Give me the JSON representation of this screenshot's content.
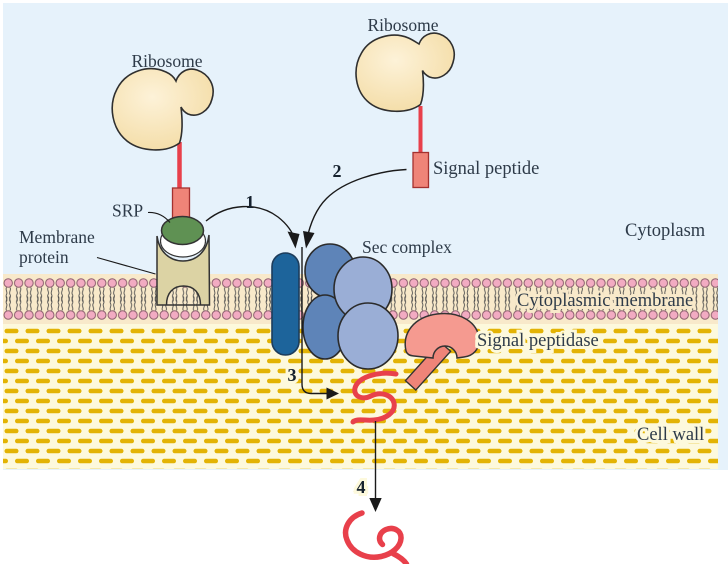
{
  "labels": {
    "ribosome_left": "Ribosome",
    "ribosome_right": "Ribosome",
    "signal_peptide": "Signal peptide",
    "srp": "SRP",
    "membrane_protein": [
      "Membrane",
      "protein"
    ],
    "cytoplasm": "Cytoplasm",
    "sec_complex": "Sec complex",
    "cytoplasmic_membrane": "Cytoplasmic membrane",
    "signal_peptidase": "Signal peptidase",
    "cell_wall": "Cell wall"
  },
  "steps": {
    "s1": "1",
    "s2": "2",
    "s3": "3",
    "s4": "4"
  },
  "colors": {
    "cytoplasm_bg": "#e6f2fb",
    "membrane_bg": "#f8e9ca",
    "cell_wall_bg": "#fdf9dc",
    "wall_dash": "#e3b304",
    "lipid_head": "#f2abc2",
    "peptide_red": "#e8404b",
    "signal_peptide_fill": "#ef8478",
    "srp_green": "#5f9153",
    "membrane_protein_fill": "#dcd3a4",
    "sec_dark": "#1d649b",
    "sec_mid": "#5e84b8",
    "sec_light": "#9aaed6",
    "peptidase_fill": "#f59a90",
    "ribosome_fill": "#f8e5b8"
  }
}
